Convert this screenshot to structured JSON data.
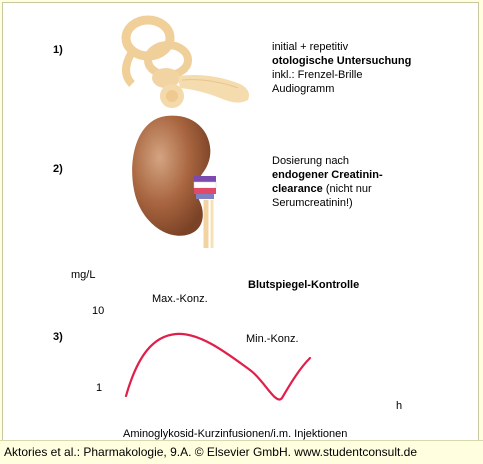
{
  "step1": {
    "number": "1)",
    "line1": "initial + repetitiv",
    "line2": "otologische Untersuchung",
    "line3": "inkl.: Frenzel-Brille",
    "line4": "Audiogramm"
  },
  "step2": {
    "number": "2)",
    "line1": "Dosierung nach",
    "line2": "endogener Creatinin-",
    "line3a": "clearance",
    "line3b": " (nicht nur",
    "line4": "Serumcreatinin!)"
  },
  "step3": {
    "number": "3)",
    "title": "Blutspiegel-Kontrolle",
    "unit_label": "mg/L",
    "y_tick_high": "10",
    "y_tick_low": "1",
    "x_unit": "h",
    "max_label": "Max.-Konz.",
    "min_label": "Min.-Konz.",
    "caption": "Aminoglykosid-Kurzinfusionen/i.m. Injektionen"
  },
  "footer": {
    "credit": "Aktories et al.: Pharmakologie, 9.A. © Elsevier GmbH. www.studentconsult.de"
  },
  "colors": {
    "ear": "#f3d7a6",
    "kidney": "#9e5d38",
    "curve": "#e0204a",
    "background": "#ffffe0"
  }
}
